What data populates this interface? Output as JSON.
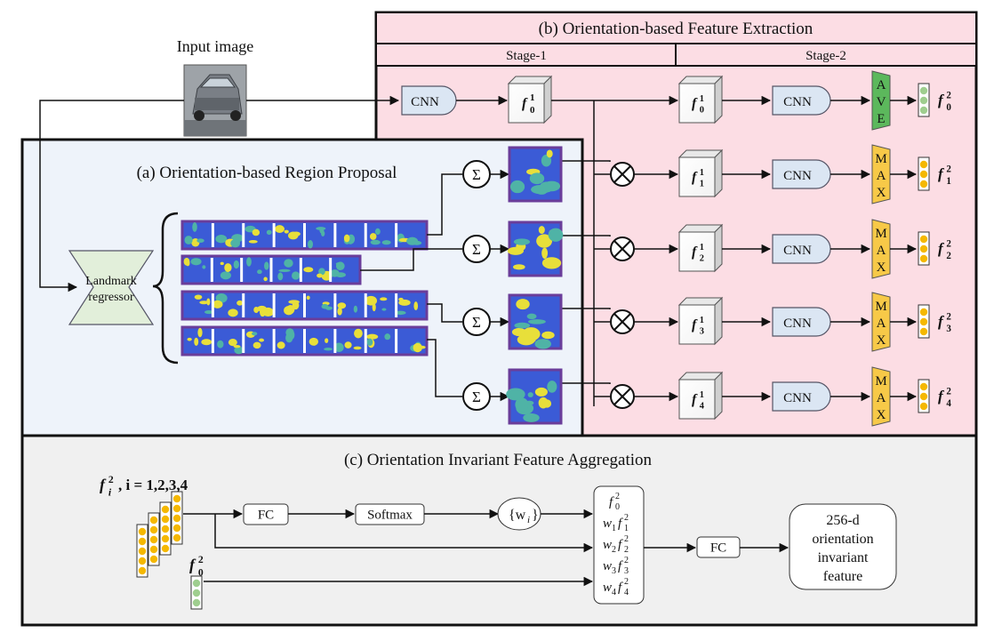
{
  "input": {
    "label": "Input image"
  },
  "panel_b": {
    "title": "(b) Orientation-based Feature Extraction",
    "stage1": "Stage-1",
    "stage2": "Stage-2",
    "cnn": "CNN",
    "f01": {
      "base": "f",
      "sup": "1",
      "sub": "0"
    },
    "stage2_rows": [
      {
        "f_in": {
          "base": "f",
          "sup": "1",
          "sub": "0"
        },
        "pool": [
          "A",
          "V",
          "E"
        ],
        "f_out": {
          "base": "f",
          "sup": "2",
          "sub": "0"
        }
      },
      {
        "f_in": {
          "base": "f",
          "sup": "1",
          "sub": "1"
        },
        "pool": [
          "M",
          "A",
          "X"
        ],
        "f_out": {
          "base": "f",
          "sup": "2",
          "sub": "1"
        }
      },
      {
        "f_in": {
          "base": "f",
          "sup": "1",
          "sub": "2"
        },
        "pool": [
          "M",
          "A",
          "X"
        ],
        "f_out": {
          "base": "f",
          "sup": "2",
          "sub": "2"
        }
      },
      {
        "f_in": {
          "base": "f",
          "sup": "1",
          "sub": "3"
        },
        "pool": [
          "M",
          "A",
          "X"
        ],
        "f_out": {
          "base": "f",
          "sup": "2",
          "sub": "3"
        }
      },
      {
        "f_in": {
          "base": "f",
          "sup": "1",
          "sub": "4"
        },
        "pool": [
          "M",
          "A",
          "X"
        ],
        "f_out": {
          "base": "f",
          "sup": "2",
          "sub": "4"
        }
      }
    ],
    "multiply_symbol": "⊗"
  },
  "panel_a": {
    "title": "(a) Orientation-based Region Proposal",
    "regressor": [
      "Landmark",
      "regressor"
    ],
    "sum_symbol": "Σ"
  },
  "panel_c": {
    "title": "(c) Orientation Invariant Feature Aggregation",
    "fi2": {
      "base": "f",
      "sup": "2",
      "sub": "i",
      "suffix": ", i = 1,2,3,4"
    },
    "f02": {
      "base": "f",
      "sup": "2",
      "sub": "0"
    },
    "fc1": "FC",
    "softmax": "Softmax",
    "wi": "{w",
    "wi_sub": "i",
    "wi_close": "}",
    "weighted": [
      {
        "w": "",
        "wsub": "",
        "f": "f",
        "sup": "2",
        "sub": "0"
      },
      {
        "w": "w",
        "wsub": "1",
        "f": "f",
        "sup": "2",
        "sub": "1"
      },
      {
        "w": "w",
        "wsub": "2",
        "f": "f",
        "sup": "2",
        "sub": "2"
      },
      {
        "w": "w",
        "wsub": "3",
        "f": "f",
        "sup": "2",
        "sub": "3"
      },
      {
        "w": "w",
        "wsub": "4",
        "f": "f",
        "sup": "2",
        "sub": "4"
      }
    ],
    "fc2": "FC",
    "output": [
      "256-d",
      "orientation",
      "invariant",
      "feature"
    ]
  },
  "colors": {
    "panel_b_bg": "#fcdde4",
    "panel_a_bg": "#eef3fa",
    "panel_c_bg": "#f0f0f0",
    "ave_fill": "#5cb85c",
    "max_fill": "#f7c948",
    "green_dot": "#9fce8f",
    "orange_dot": "#f5b800",
    "cnn_fill": "#dbe6f3",
    "regressor_fill": "#e2efda",
    "strip_border": "#6a3d9a",
    "heat_base": "#3b5bd6"
  }
}
